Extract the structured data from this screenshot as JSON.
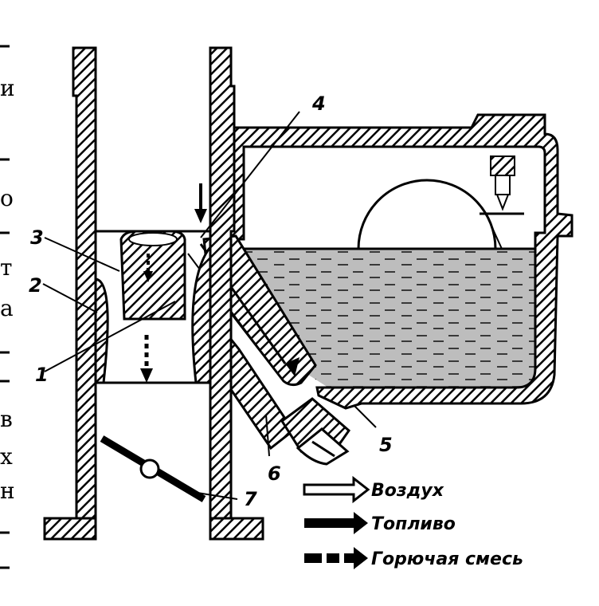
{
  "figure": {
    "labels": [
      "1",
      "2",
      "3",
      "4",
      "5",
      "6",
      "7"
    ],
    "legend": [
      {
        "label": "Воздух",
        "arrow": "hollow-arrow-icon"
      },
      {
        "label": "Топливо",
        "arrow": "solid-arrow-icon"
      },
      {
        "label": "Горючая смесь",
        "arrow": "dashed-arrow-icon"
      }
    ]
  },
  "margin_text": [
    "и",
    "о",
    "т",
    "а",
    "в",
    "х",
    "н"
  ],
  "colors": {
    "ink": "#000000",
    "paper": "#ffffff",
    "fuel_fill": "#bdbdbd"
  }
}
